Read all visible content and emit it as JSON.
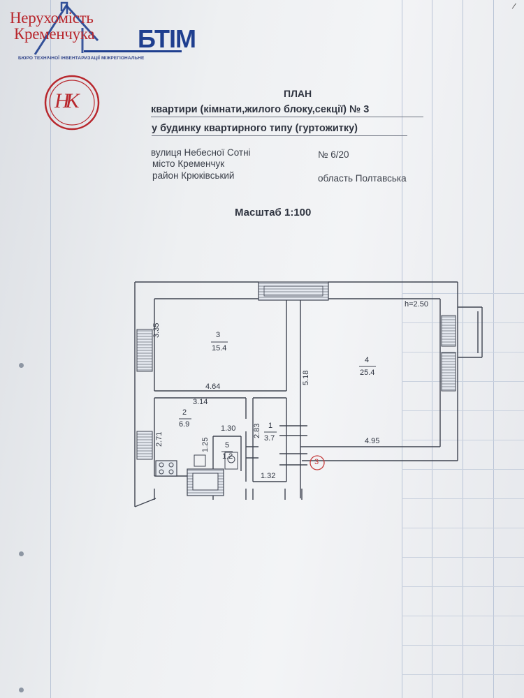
{
  "watermark": {
    "line1": "Нерухомість",
    "line2": "Кременчука",
    "seal_letters": "НК",
    "brand": "БТІМ",
    "brand_subtitle": "БЮРО ТЕХНІЧНОЇ ІНВЕНТАРИЗАЦІЇ МІЖРЕГІОНАЛЬНЕ"
  },
  "document": {
    "title": "ПЛАН",
    "line1": "квартири (кімнати,жилого блоку,секції) № 3",
    "line2": "у будинку квартирного типу (гуртожитку)",
    "street": "вулиця Небесної Сотні",
    "number": "№ 6/20",
    "city": "місто Кременчук",
    "district": "район Крюківський",
    "region": "область Полтавська",
    "scale": "Масштаб 1:100"
  },
  "plan": {
    "ceiling_height": "h=2.50",
    "apartment_marker": "3",
    "rooms": [
      {
        "number": "3",
        "area": "15.4"
      },
      {
        "number": "4",
        "area": "25.4"
      },
      {
        "number": "2",
        "area": "6.9"
      },
      {
        "number": "1",
        "area": "3.7"
      },
      {
        "number": "5",
        "area": "1.2"
      }
    ],
    "dimensions": {
      "room3_height": "3.35",
      "room3_width": "4.64",
      "room4_height": "5.18",
      "room4_width": "4.95",
      "room2_width": "3.14",
      "room2_height": "2.71",
      "hall_inner_width": "1.30",
      "hall_height": "2.83",
      "wc_height": "1.25",
      "room1_width": "1.32"
    }
  }
}
